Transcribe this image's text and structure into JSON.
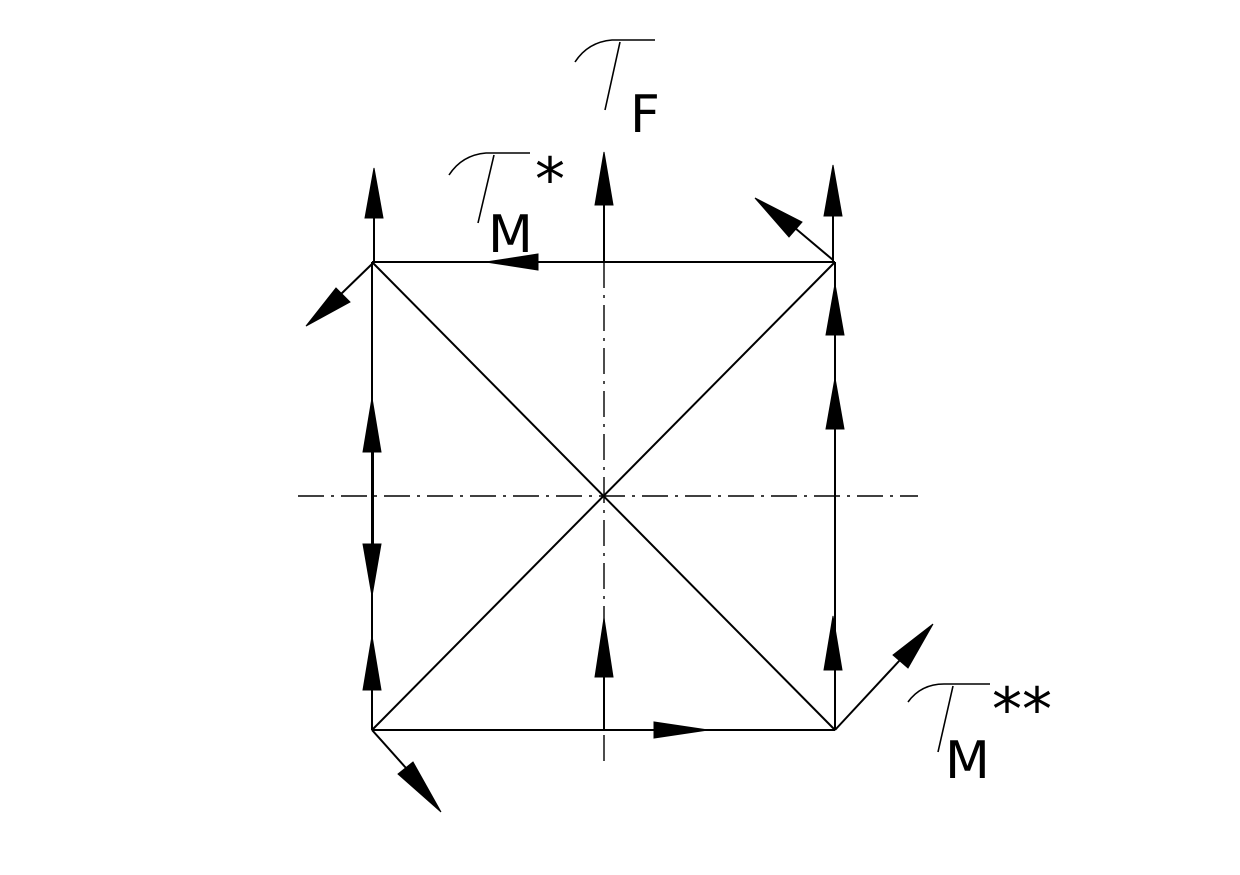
{
  "diagram": {
    "labels": {
      "tau_f_sub": "F",
      "tau_m_star_sub": "M",
      "tau_m_star_sup": "*",
      "tau_m_double_sub": "M",
      "tau_m_double_sup": "**"
    },
    "colors": {
      "stroke": "#000000",
      "background": "#ffffff"
    }
  }
}
